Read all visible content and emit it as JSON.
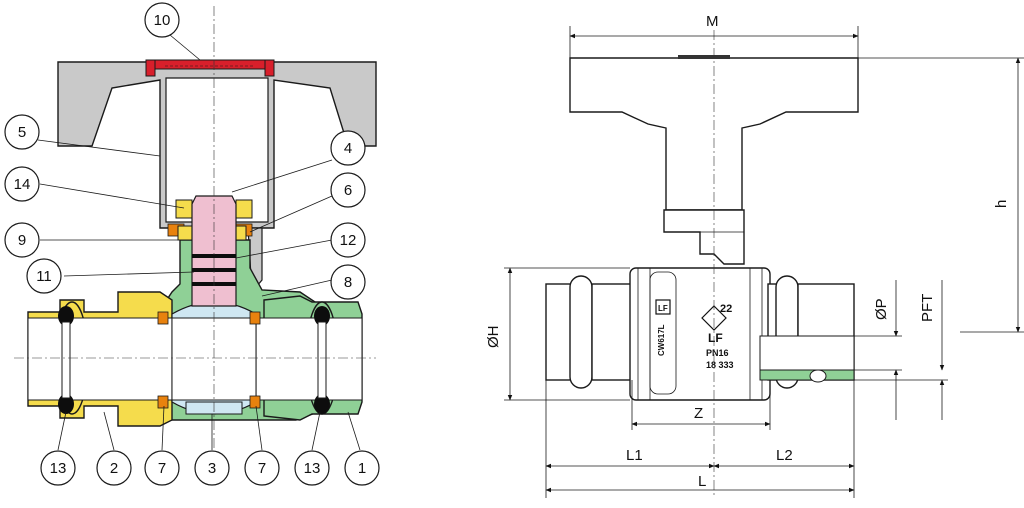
{
  "callouts": [
    "10",
    "5",
    "4",
    "14",
    "6",
    "9",
    "12",
    "11",
    "8",
    "13",
    "2",
    "7",
    "3",
    "7",
    "13",
    "1"
  ],
  "dimensions": {
    "M": "M",
    "h": "h",
    "OH": "ØH",
    "OP": "ØP",
    "PFT": "PFT",
    "Z": "Z",
    "L1": "L1",
    "L2": "L2",
    "L": "L"
  },
  "body_markings": {
    "brand": "LF",
    "size": "22",
    "lead_free": "LF",
    "material": "CW617L",
    "pressure": "PN16",
    "code": "18 333"
  },
  "colors": {
    "brass_body": "#f5dc4c",
    "green_parts": "#8fd096",
    "ball": "#cfe7f2",
    "stem": "#efbfd0",
    "handle": "#c9c9c9",
    "cap": "#d81f2b",
    "seal": "#e8820e",
    "oring": "#0d0d0d"
  }
}
